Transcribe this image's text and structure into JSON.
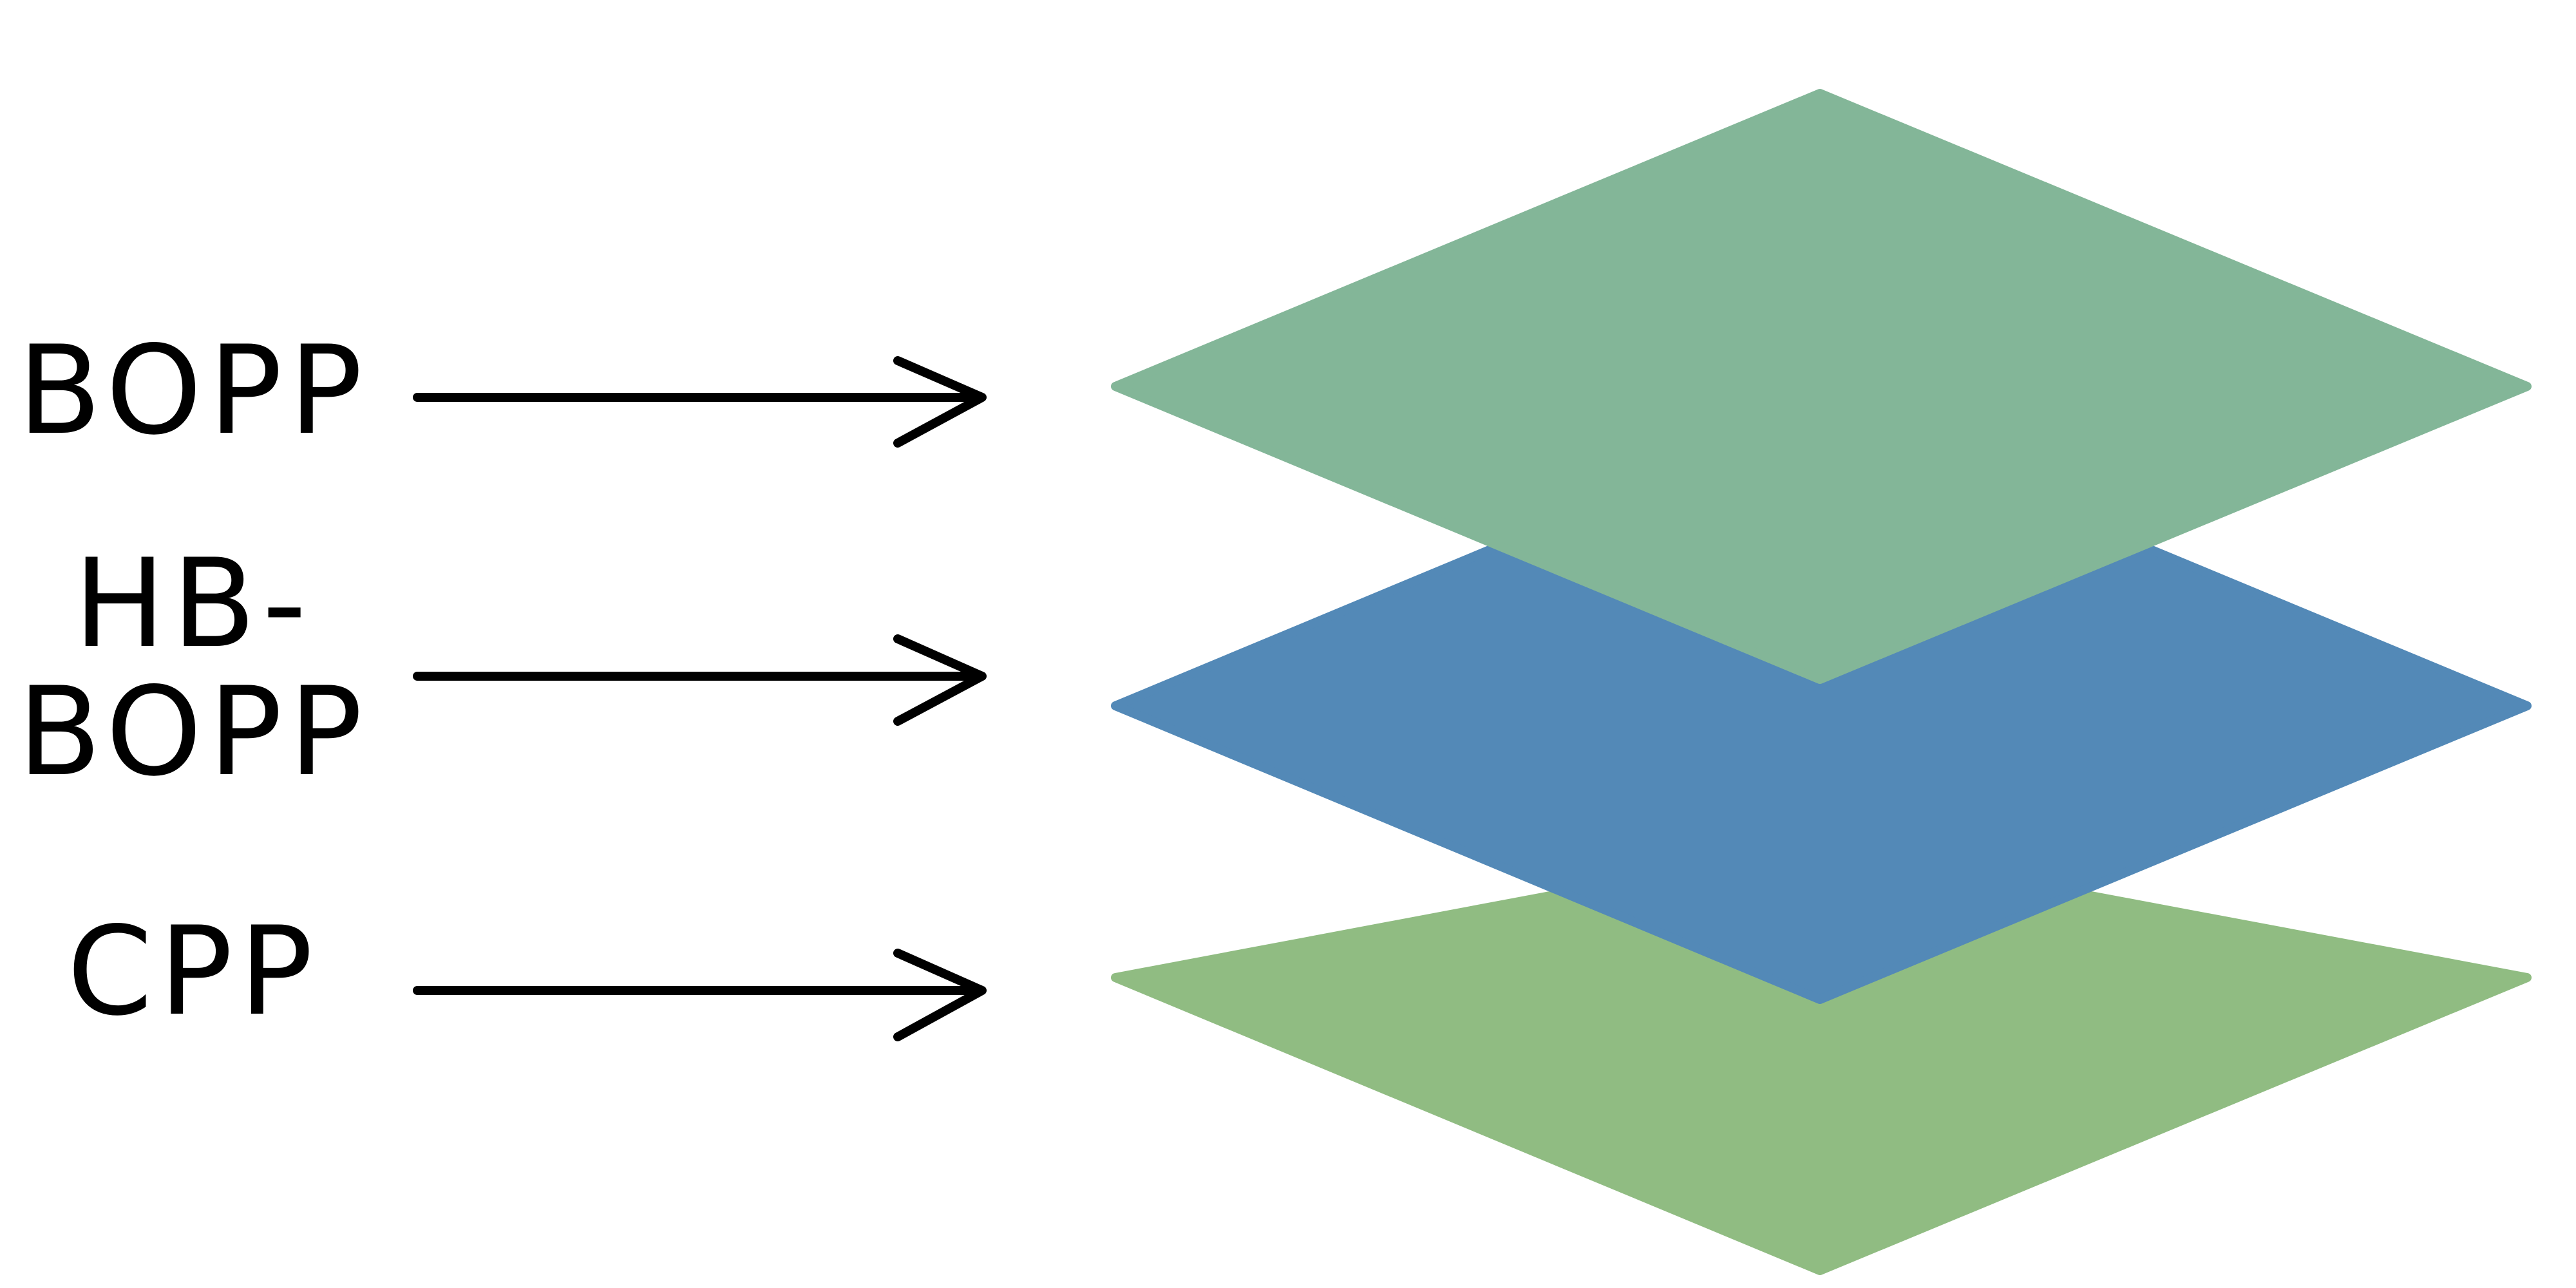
{
  "layers": [
    {
      "id": "bopp",
      "label_lines": [
        "BOPP"
      ],
      "color": "#83b698"
    },
    {
      "id": "hb-bopp",
      "label_lines": [
        "HB-",
        "BOPP"
      ],
      "color": "#5389b7"
    },
    {
      "id": "cpp",
      "label_lines": [
        "CPP"
      ],
      "color": "#90bc82"
    }
  ]
}
